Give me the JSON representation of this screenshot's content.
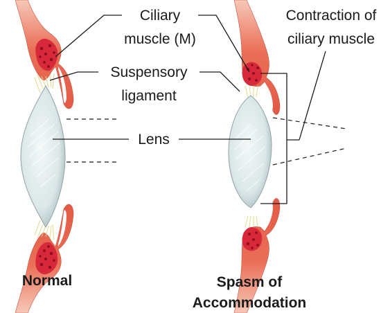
{
  "labels": {
    "ciliary_muscle_line1": "Ciliary",
    "ciliary_muscle_line2": "muscle (M)",
    "contraction_line1": "Contraction of",
    "contraction_line2": "ciliary muscle",
    "suspensory_line1": "Suspensory",
    "suspensory_line2": "ligament",
    "lens": "Lens"
  },
  "captions": {
    "normal": "Normal",
    "spasm_line1": "Spasm of",
    "spasm_line2": "Accommodation"
  },
  "colors": {
    "ciliary_body": "#e8664f",
    "muscle_dots": "#c41e2b",
    "ligament": "#e6df9a",
    "lens": "#dfe9ea",
    "background": "#ffffff"
  }
}
